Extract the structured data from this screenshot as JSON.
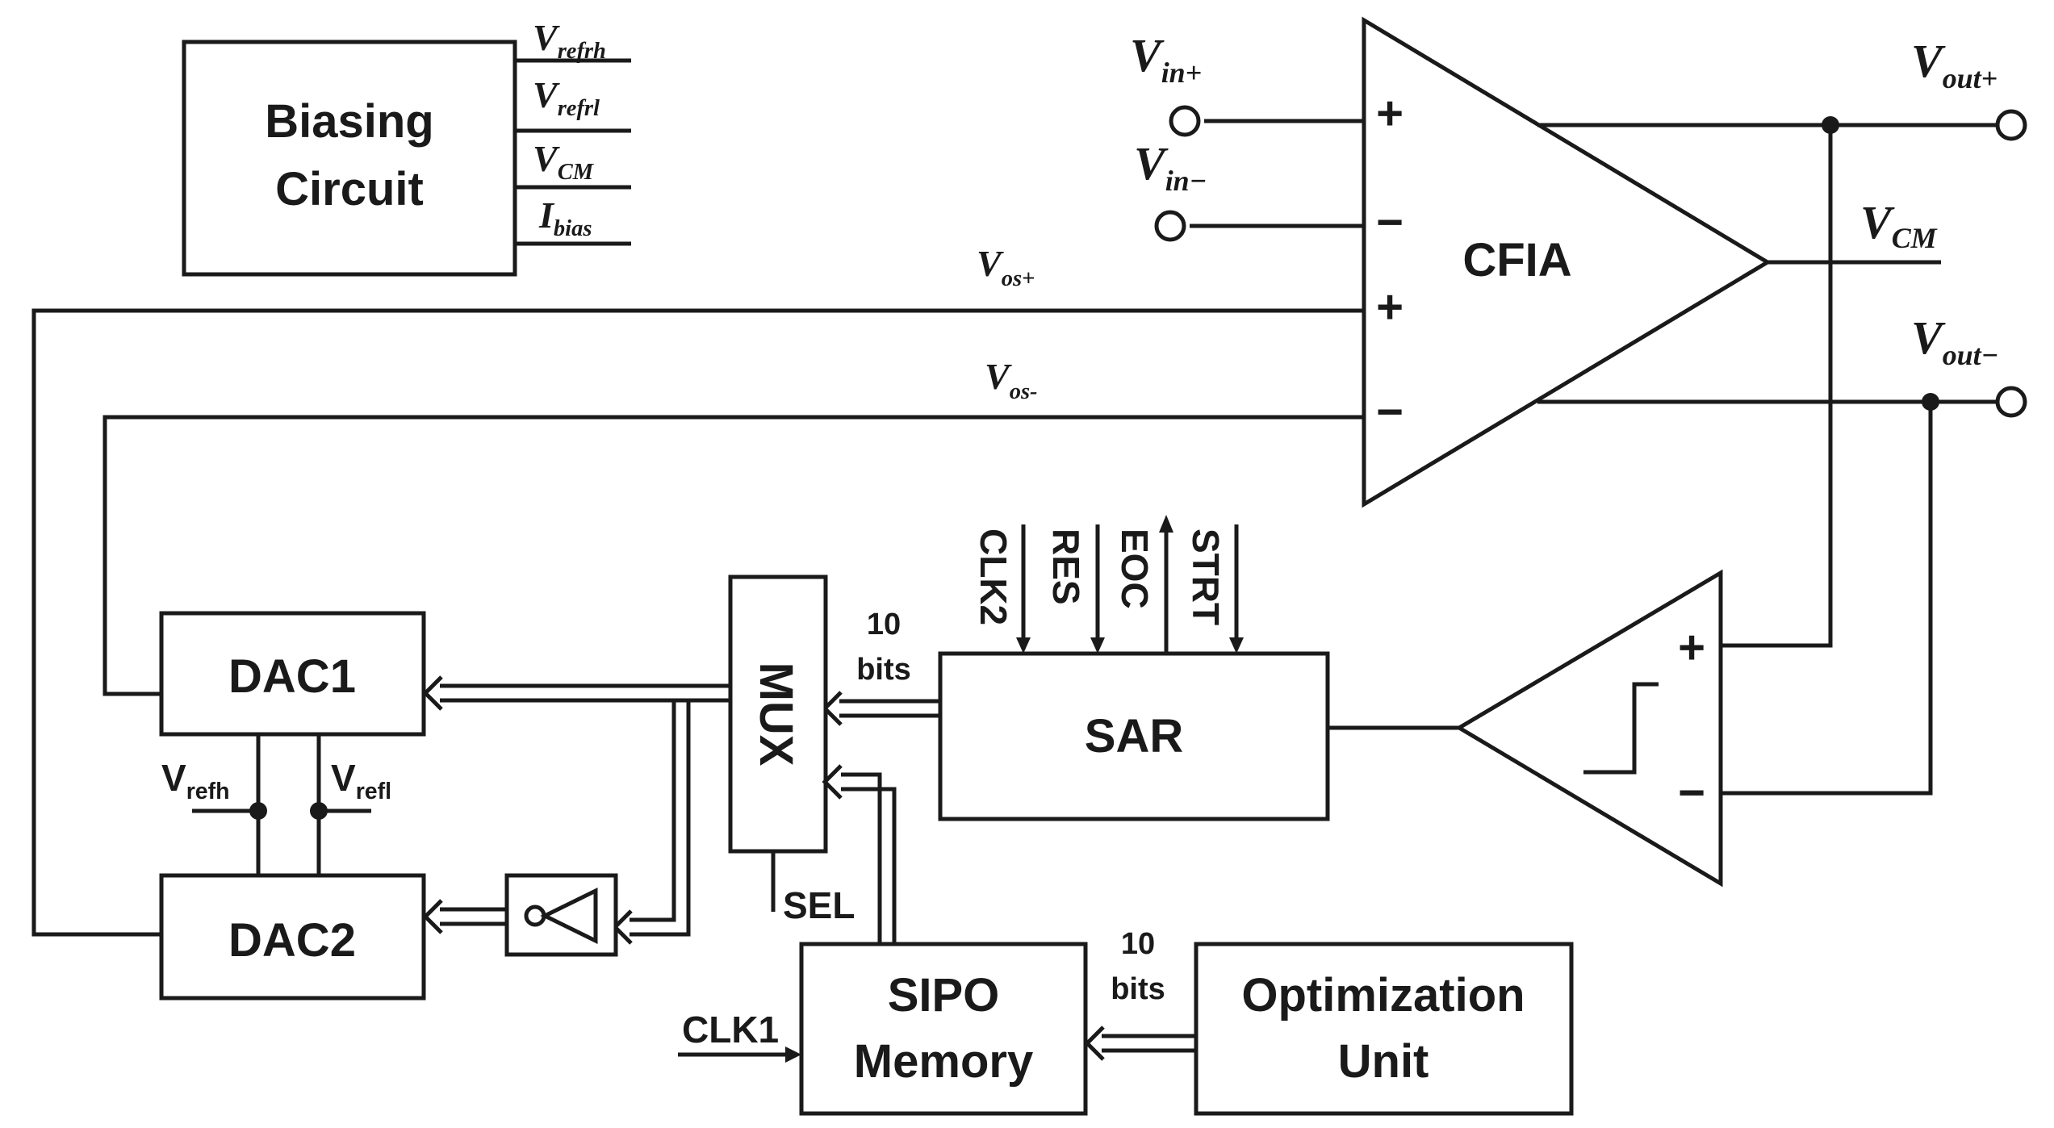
{
  "blocks": {
    "biasing": {
      "line1": "Biasing",
      "line2": "Circuit"
    },
    "cfia": "CFIA",
    "dac1": "DAC1",
    "dac2": "DAC2",
    "mux": "MUX",
    "sar": "SAR",
    "sipo": {
      "line1": "SIPO",
      "line2": "Memory"
    },
    "optimization": {
      "line1": "Optimization",
      "line2": "Unit"
    }
  },
  "bias_outputs": [
    {
      "base": "V",
      "sub": "refrh"
    },
    {
      "base": "V",
      "sub": "refrl"
    },
    {
      "base": "V",
      "sub": "CM"
    },
    {
      "base": "I",
      "sub": "bias"
    }
  ],
  "signals": {
    "vin_plus": {
      "base": "V",
      "sub": "in+"
    },
    "vin_minus": {
      "base": "V",
      "sub": "in−"
    },
    "vout_plus": {
      "base": "V",
      "sub": "out+"
    },
    "vout_minus": {
      "base": "V",
      "sub": "out−"
    },
    "vcm": {
      "base": "V",
      "sub": "CM"
    },
    "vos_plus": {
      "base": "V",
      "sub": "os+"
    },
    "vos_minus": {
      "base": "V",
      "sub": "os-"
    },
    "vrefh": {
      "base": "V",
      "sub": "refh"
    },
    "vrefl": {
      "base": "V",
      "sub": "refl"
    },
    "clk1": "CLK1",
    "sel": "SEL"
  },
  "sar_ports": [
    "CLK2",
    "RES",
    "EOC",
    "STRT"
  ],
  "bus_labels": {
    "sar_to_mux": {
      "line1": "10",
      "line2": "bits"
    },
    "opt_to_sipo": {
      "line1": "10",
      "line2": "bits"
    }
  },
  "pin_signs": {
    "plus": "+",
    "minus": "−"
  }
}
